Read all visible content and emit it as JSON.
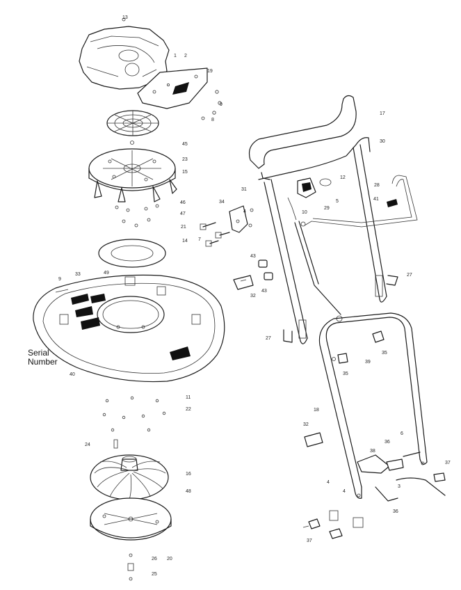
{
  "serial_label": {
    "line1": "Serial",
    "line2": "Number"
  },
  "callouts": [
    {
      "id": "c13",
      "text": "13"
    },
    {
      "id": "c1",
      "text": "1"
    },
    {
      "id": "c2",
      "text": "2"
    },
    {
      "id": "c19",
      "text": "19"
    },
    {
      "id": "c9a",
      "text": "9"
    },
    {
      "id": "c8",
      "text": "8"
    },
    {
      "id": "c45",
      "text": "45"
    },
    {
      "id": "c23",
      "text": "23"
    },
    {
      "id": "c15",
      "text": "15"
    },
    {
      "id": "c46",
      "text": "46"
    },
    {
      "id": "c47",
      "text": "47"
    },
    {
      "id": "c21",
      "text": "21"
    },
    {
      "id": "c14",
      "text": "14"
    },
    {
      "id": "c49",
      "text": "49"
    },
    {
      "id": "c9",
      "text": "9"
    },
    {
      "id": "c33",
      "text": "33"
    },
    {
      "id": "c40",
      "text": "40"
    },
    {
      "id": "c11",
      "text": "11"
    },
    {
      "id": "c22",
      "text": "22"
    },
    {
      "id": "c24",
      "text": "24"
    },
    {
      "id": "c16",
      "text": "16"
    },
    {
      "id": "c48",
      "text": "48"
    },
    {
      "id": "c26",
      "text": "26"
    },
    {
      "id": "c20",
      "text": "20"
    },
    {
      "id": "c25",
      "text": "25"
    },
    {
      "id": "c17",
      "text": "17"
    },
    {
      "id": "c30",
      "text": "30"
    },
    {
      "id": "c12",
      "text": "12"
    },
    {
      "id": "c28",
      "text": "28"
    },
    {
      "id": "c41",
      "text": "41"
    },
    {
      "id": "c31",
      "text": "31"
    },
    {
      "id": "c34",
      "text": "34"
    },
    {
      "id": "c4a",
      "text": "4"
    },
    {
      "id": "c10",
      "text": "10"
    },
    {
      "id": "c29",
      "text": "29"
    },
    {
      "id": "c5",
      "text": "5"
    },
    {
      "id": "c7",
      "text": "7"
    },
    {
      "id": "c43a",
      "text": "43"
    },
    {
      "id": "c43b",
      "text": "43"
    },
    {
      "id": "c32a",
      "text": "32"
    },
    {
      "id": "c27a",
      "text": "27"
    },
    {
      "id": "c27b",
      "text": "27"
    },
    {
      "id": "c35a",
      "text": "35"
    },
    {
      "id": "c39",
      "text": "39"
    },
    {
      "id": "c35b",
      "text": "35"
    },
    {
      "id": "c18",
      "text": "18"
    },
    {
      "id": "c32b",
      "text": "32"
    },
    {
      "id": "c6",
      "text": "6"
    },
    {
      "id": "c36a",
      "text": "36"
    },
    {
      "id": "c38",
      "text": "38"
    },
    {
      "id": "c37a",
      "text": "37"
    },
    {
      "id": "c3",
      "text": "3"
    },
    {
      "id": "c4b",
      "text": "4"
    },
    {
      "id": "c4c",
      "text": "4"
    },
    {
      "id": "c36b",
      "text": "36"
    },
    {
      "id": "c37b",
      "text": "37"
    }
  ]
}
